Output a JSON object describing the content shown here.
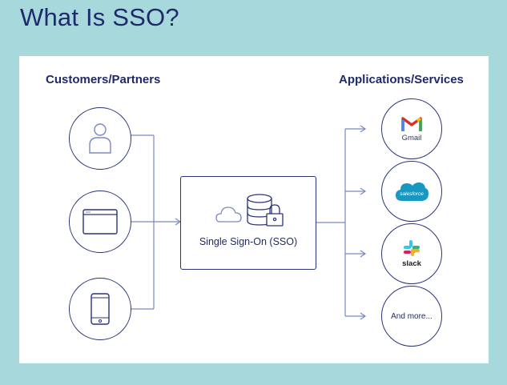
{
  "title": "What Is SSO?",
  "left_column": {
    "heading": "Customers/Partners",
    "items": [
      {
        "icon": "user-icon"
      },
      {
        "icon": "browser-window-icon"
      },
      {
        "icon": "mobile-phone-icon"
      }
    ]
  },
  "center": {
    "label": "Single Sign-On (SSO)",
    "icons": [
      "cloud-icon",
      "database-icon",
      "lock-icon"
    ]
  },
  "right_column": {
    "heading": "Applications/Services",
    "items": [
      {
        "name": "Gmail",
        "icon": "gmail-logo"
      },
      {
        "name": "salesforce",
        "icon": "salesforce-logo"
      },
      {
        "name": "slack",
        "icon": "slack-logo"
      },
      {
        "name": "And more..."
      }
    ]
  },
  "colors": {
    "background": "#a7d9dc",
    "primary": "#2a3478",
    "connector": "#7a88c2",
    "title": "#1f2a6c",
    "salesforce": "#1798c1"
  }
}
